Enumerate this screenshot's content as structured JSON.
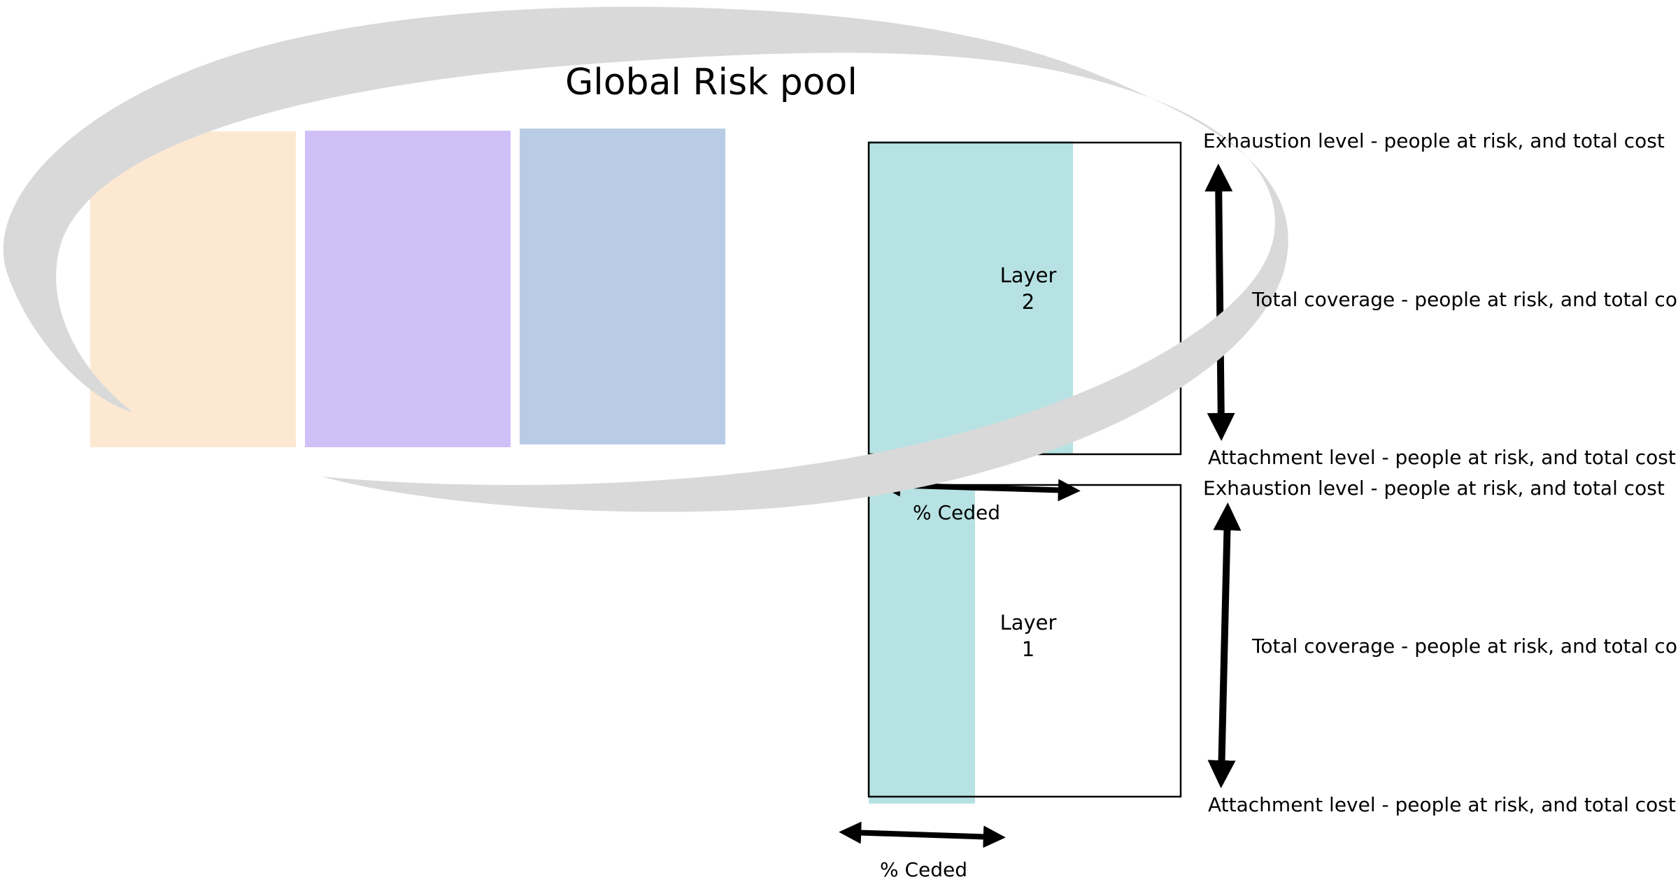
{
  "title": "Global Risk pool",
  "colors": {
    "pool_swoosh": "#d9d9d9",
    "block_orange": "#fde9d2",
    "block_purple": "#d1bff8",
    "block_blue": "#b8cce5",
    "ceded_fill": "#b7e2e3",
    "outline": "#000000"
  },
  "layers": [
    {
      "name": "Layer 2",
      "label_line1": "Layer",
      "label_line2": "2",
      "exhaustion_label": "Exhaustion level - people at risk, and total cost",
      "coverage_label": "Total coverage - people at risk, and total cost",
      "attachment_label": "Attachment level - people at risk, and total cost",
      "ceded_label": "% Ceded"
    },
    {
      "name": "Layer 1",
      "label_line1": "Layer",
      "label_line2": "1",
      "exhaustion_label": "Exhaustion level - people at risk, and total cost",
      "coverage_label": "Total coverage - people at risk, and total cost",
      "attachment_label": "Attachment level - people at risk, and total cost",
      "ceded_label": "% Ceded"
    }
  ]
}
